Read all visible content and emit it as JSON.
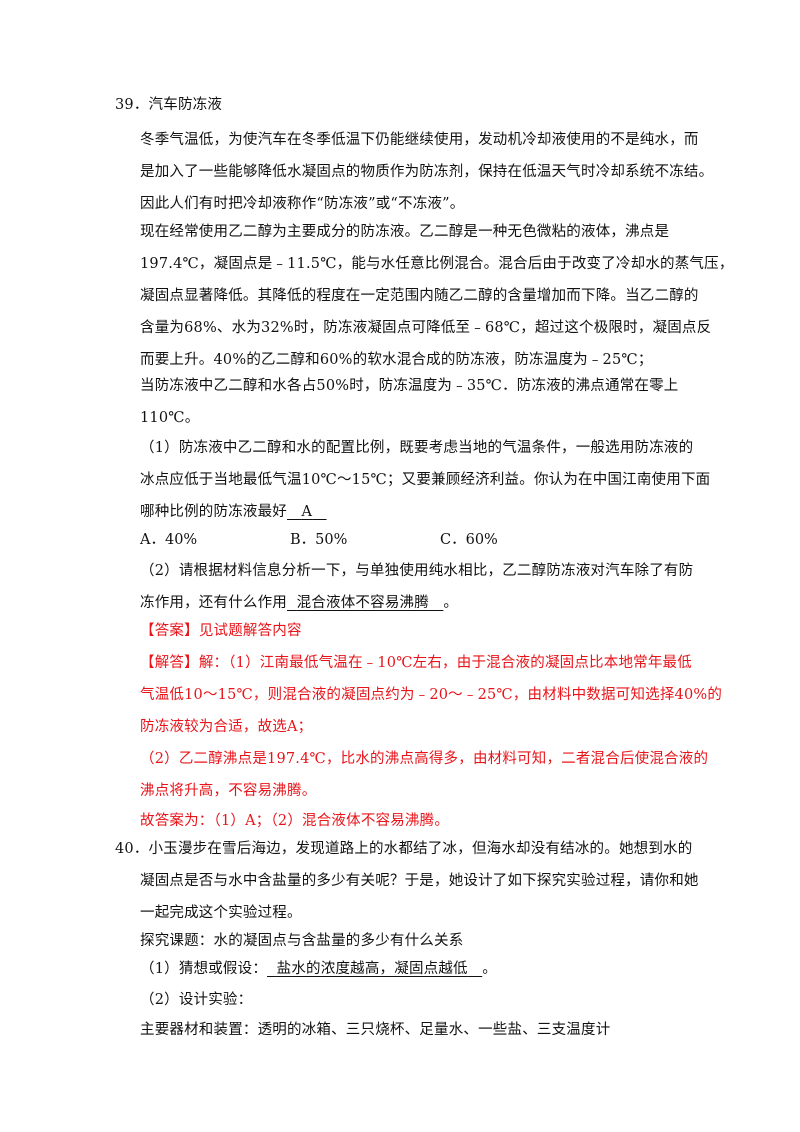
{
  "q39": {
    "title": "39．汽车防冻液",
    "para1": [
      "冬季气温低，为使汽车在冬季低温下仍能继续使用，发动机冷却液使用的不是纯水，而",
      "是加入了一些能够降低水凝固点的物质作为防冻剂，保持在低温天气时冷却系统不冻结。",
      "因此人们有时把冷却液称作“防冻液”或“不冻液”。"
    ],
    "para2": [
      "现在经常使用乙二醇为主要成分的防冻液。乙二醇是一种无色微粘的液体，沸点是",
      "197.4℃，凝固点是﹣11.5℃，能与水任意比例混合。混合后由于改变了冷却水的蒸气压，",
      "凝固点显著降低。其降低的程度在一定范围内随乙二醇的含量增加而下降。当乙二醇的",
      "含量为68%、水为32%时，防冻液凝固点可降低至﹣68℃，超过这个极限时，凝固点反",
      "而要上升。40%的乙二醇和60%的软水混合成的防冻液，防冻温度为﹣25℃；"
    ],
    "para3": [
      "当防冻液中乙二醇和水各占50%时，防冻温度为﹣35℃．防冻液的沸点通常在零上",
      "110℃。"
    ],
    "sub1": [
      "（1）防冻液中乙二醇和水的配置比例，既要考虑当地的气温条件，一般选用防冻液的",
      "冰点应低于当地最低气温10℃～15℃；又要兼顾经济利益。你认为在中国江南使用下面"
    ],
    "sub1_last": "哪种比例的防冻液最好",
    "sub1_answer": "A",
    "options": [
      "A．40%",
      "B．50%",
      "C．60%"
    ],
    "sub2": "（2）请根据材料信息分析一下，与单独使用纯水相比，乙二醇防冻液对汽车除了有防",
    "sub2_last": "冻作用，还有什么作用",
    "sub2_answer": "混合液体不容易沸腾",
    "sub2_end": "。",
    "answer_tag": "【答案】",
    "answer_text": "见试题解答内容",
    "solution_tag": "【解答】",
    "solution_lines": [
      "解：（1）江南最低气温在﹣10℃左右，由于混合液的凝固点比本地常年最低",
      "气温低10～15℃，则混合液的凝固点约为﹣20～﹣25℃，由材料中数据可知选择40%的",
      "防冻液较为合适，故选A；",
      "（2）乙二醇沸点是197.4℃，比水的沸点高得多，由材料可知，二者混合后使混合液的",
      "沸点将升高，不容易沸腾。",
      "故答案为：（1）A；（2）混合液体不容易沸腾。"
    ]
  },
  "q40": {
    "intro": [
      "40．小玉漫步在雪后海边，发现道路上的水都结了冰，但海水却没有结冰的。她想到水的",
      "凝固点是否与水中含盐量的多少有关呢？于是，她设计了如下探究实验过程，请你和她",
      "一起完成这个实验过程。"
    ],
    "topic": "探究课题：水的凝固点与含盐量的多少有什么关系",
    "hyp_label": "（1）猜想或假设：",
    "hyp_answer": "盐水的浓度越高，凝固点越低",
    "hyp_end": "。",
    "design": "（2）设计实验：",
    "equipment": "主要器材和装置：透明的冰箱、三只烧杯、足量水、一些盐、三支温度计"
  }
}
